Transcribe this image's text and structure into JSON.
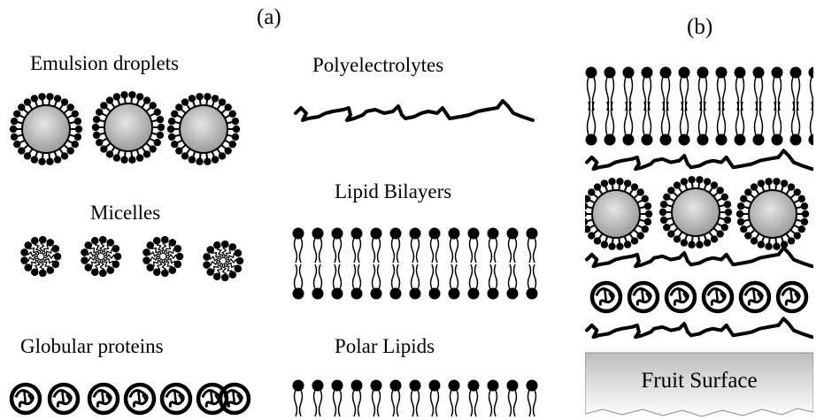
{
  "panel_a": {
    "tag": "(a)",
    "labels": {
      "emulsion": "Emulsion droplets",
      "polyelectrolytes": "Polyelectrolytes",
      "micelles": "Micelles",
      "lipid_bilayers": "Lipid Bilayers",
      "globular": "Globular proteins",
      "polar_lipids": "Polar Lipids"
    }
  },
  "panel_b": {
    "tag": "(b)",
    "surface_label": "Fruit Surface"
  },
  "colors": {
    "ink": "#000000",
    "droplet_center": "#9a9a9a",
    "droplet_edge": "#e6e6e6",
    "surface_top": "#bdbdbd",
    "surface_bottom": "#ffffff"
  }
}
